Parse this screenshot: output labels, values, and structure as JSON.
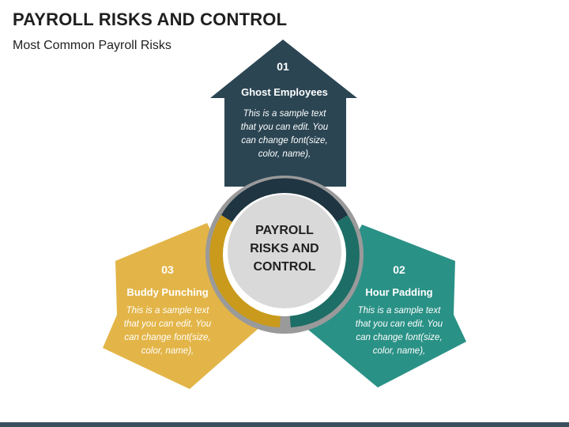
{
  "header": {
    "title": "PAYROLL RISKS AND CONTROL",
    "subtitle": "Most Common Payroll Risks"
  },
  "center": {
    "lines": [
      "PAYROLL",
      "RISKS AND",
      "CONTROL"
    ]
  },
  "items": [
    {
      "number": "01",
      "heading": "Ghost Employees",
      "desc_lines": [
        "This is a sample text",
        "that you can edit. You",
        "can change font(size,",
        "color, name),"
      ],
      "color": "#2b4553"
    },
    {
      "number": "02",
      "heading": "Hour Padding",
      "desc_lines": [
        "This is a sample text",
        "that you can edit. You",
        "can change font(size,",
        "color, name),"
      ],
      "color": "#2a9186"
    },
    {
      "number": "03",
      "heading": "Buddy Punching",
      "desc_lines": [
        "This is a sample text",
        "that you can edit. You",
        "can change font(size,",
        "color, name),"
      ],
      "color": "#e3b548"
    }
  ],
  "colors": {
    "ring_gray": "#9a9a9a",
    "center_fill": "#d9d9d9",
    "top_ring": "#1f3541",
    "right_ring": "#1d6e66",
    "left_ring": "#c99a1c"
  }
}
